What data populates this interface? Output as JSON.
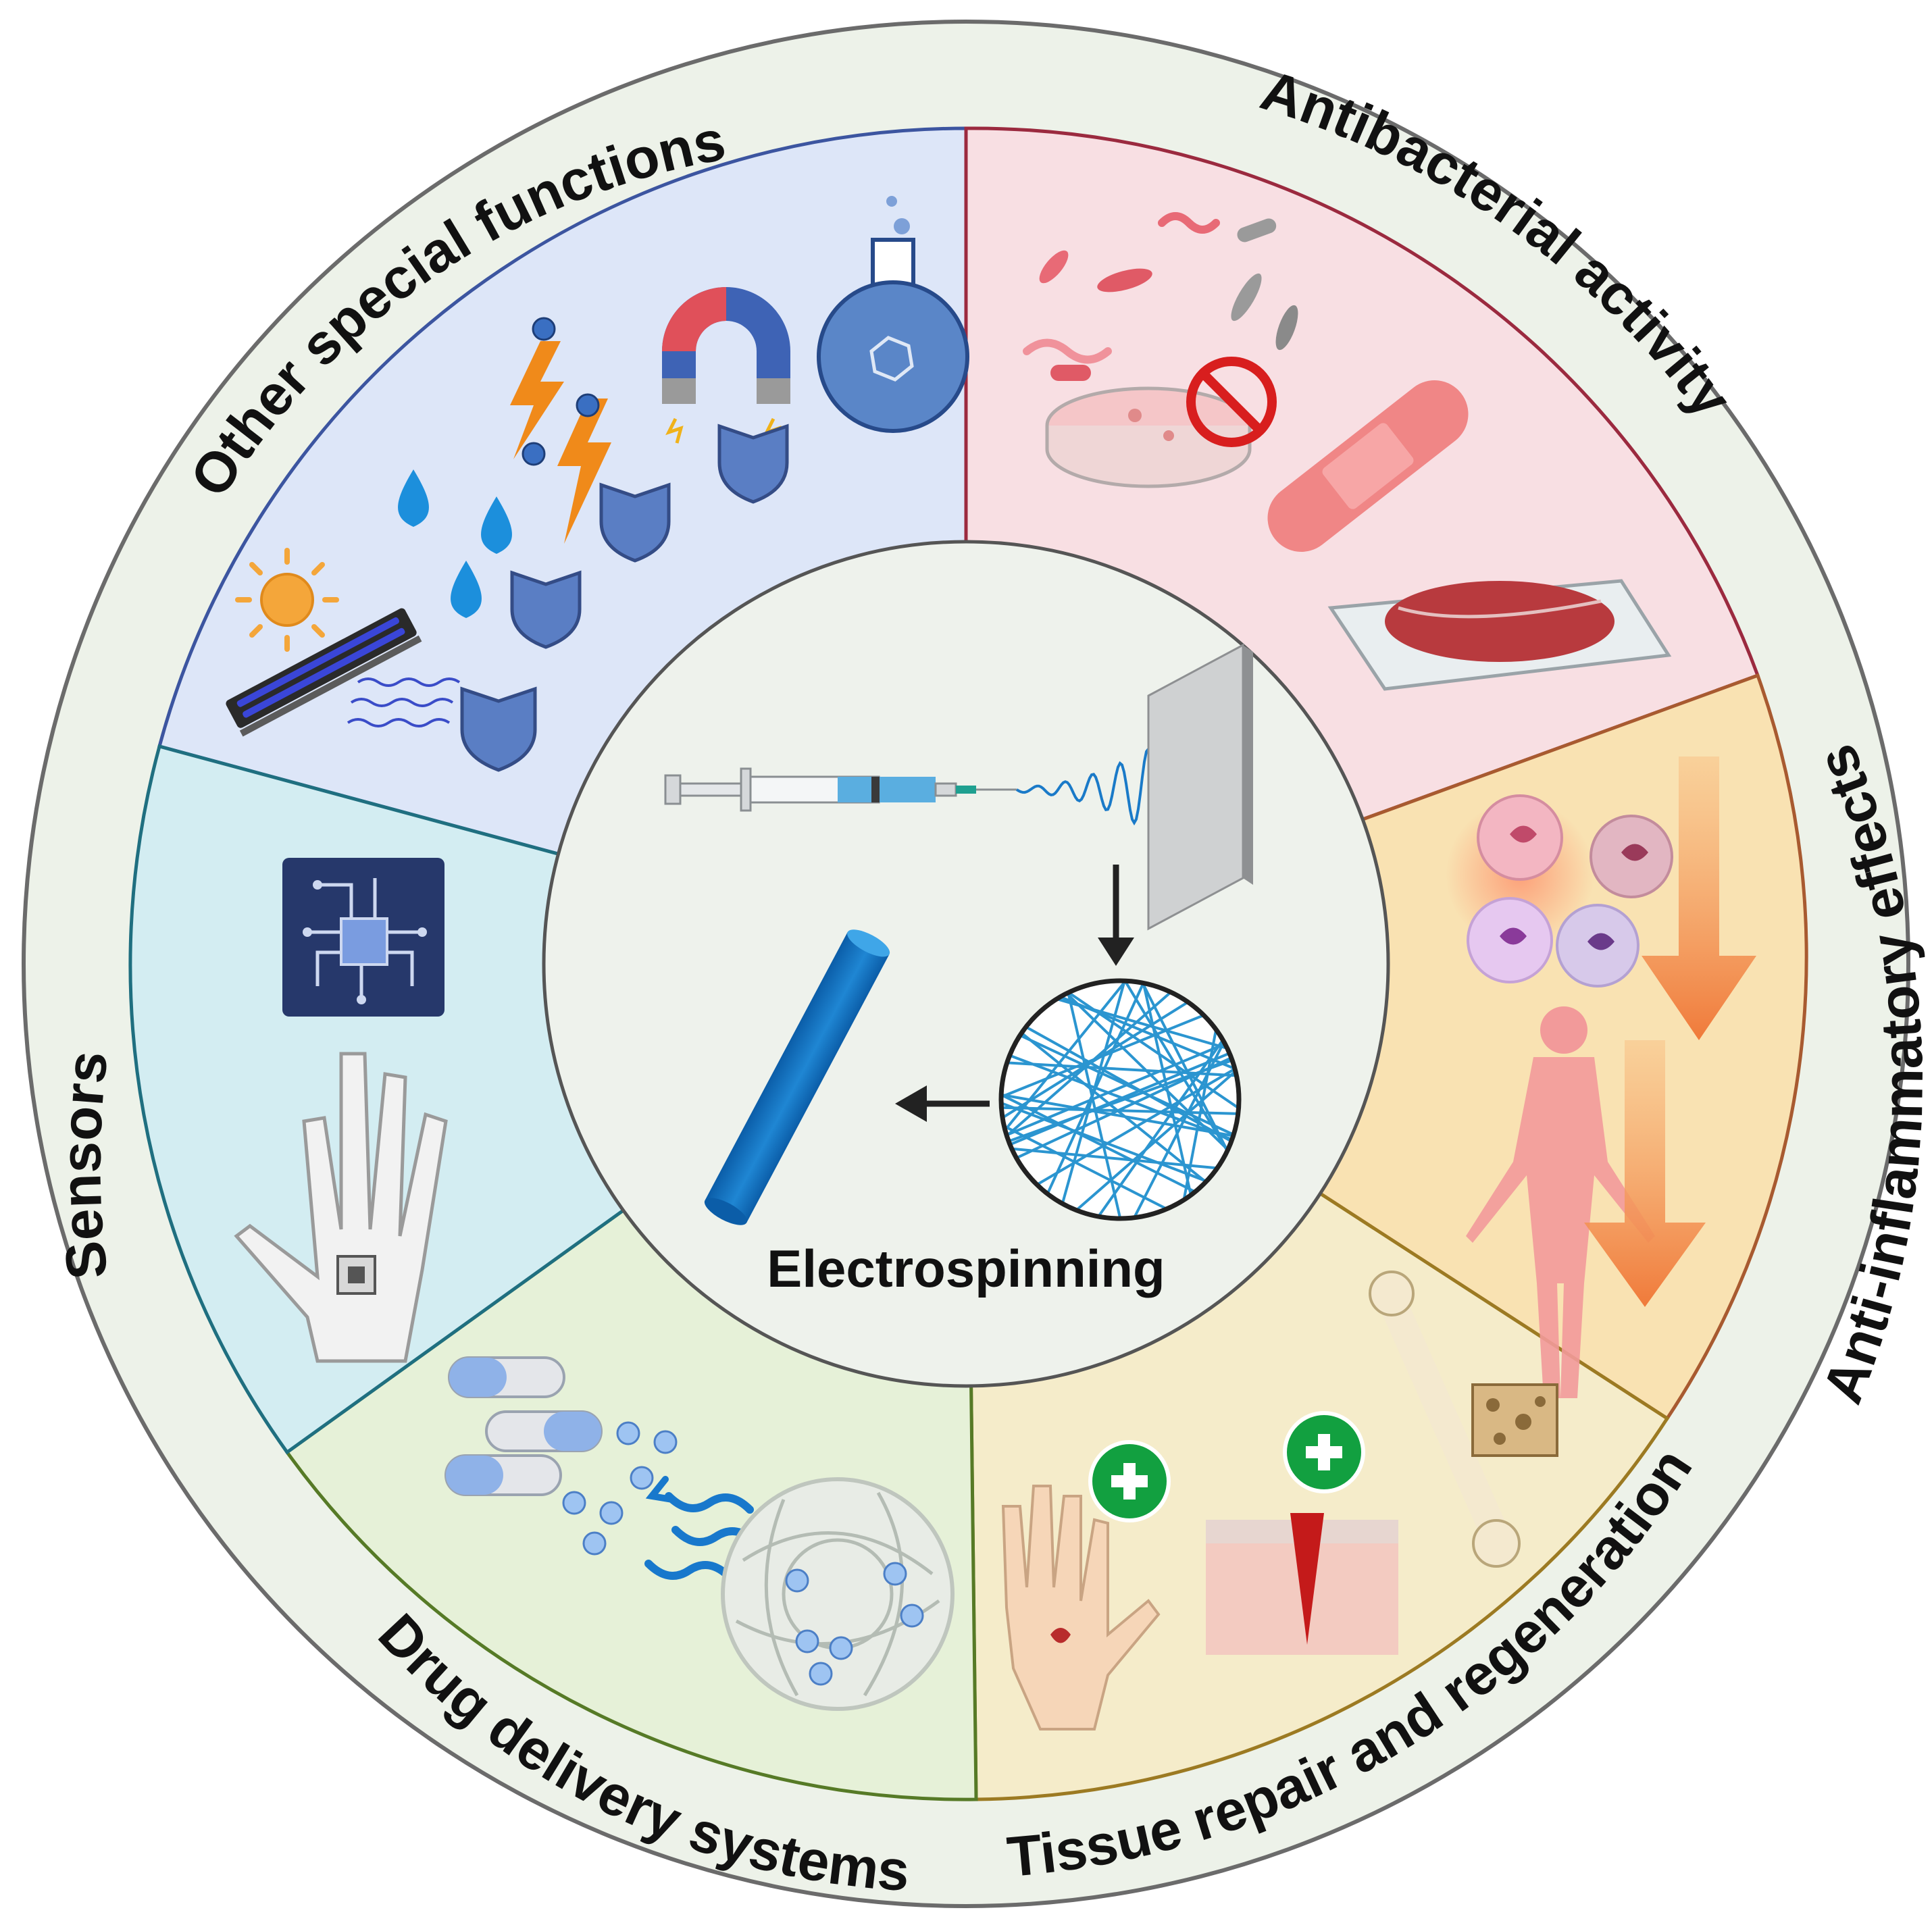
{
  "center": {
    "title": "Electrospinning"
  },
  "sectors": [
    {
      "id": "other",
      "label": "Other special functions",
      "fill": "#dde6f8",
      "border": "#3c55a0"
    },
    {
      "id": "antibacterial",
      "label": "Antibacterial activity",
      "fill": "#f8dfe3",
      "border": "#9b2a3f"
    },
    {
      "id": "antiinflammatory",
      "label": "Anti-inflammatory effects",
      "fill": "#f9e2b2",
      "border": "#a85a30"
    },
    {
      "id": "tissue",
      "label": "Tissue repair and regeneration",
      "fill": "#f5ecca",
      "border": "#9c7a22"
    },
    {
      "id": "drug",
      "label": "Drug delivery systems",
      "fill": "#e6f1d8",
      "border": "#567a26"
    },
    {
      "id": "sensors",
      "label": "Sensors",
      "fill": "#d3edf2",
      "border": "#1f6f80"
    }
  ],
  "colors": {
    "outer_ring": "#edf2e9",
    "outer_border": "#6b6b6b",
    "center_fill": "#eef2ec",
    "accent_blue": "#1f6fb5",
    "plus_green": "#12a040"
  },
  "icons": {
    "other": [
      "uv-lamp-icon",
      "sun-icon",
      "water-drop-icon",
      "lightning-icon",
      "magnet-icon",
      "chemistry-flask-icon",
      "shield-icon"
    ],
    "antibacterial": [
      "bacteria-icon",
      "petri-dish-icon",
      "prohibition-sign-icon",
      "bandage-icon",
      "packaged-meat-icon"
    ],
    "antiinflammatory": [
      "immune-cell-icon",
      "down-arrow-icon",
      "human-body-icon"
    ],
    "tissue": [
      "injured-hand-icon",
      "plus-icon",
      "skin-wound-icon",
      "bone-icon",
      "bone-tissue-icon"
    ],
    "drug": [
      "capsule-icon",
      "drug-particle-icon",
      "release-wave-icon",
      "fiber-mesh-icon"
    ],
    "sensors": [
      "circuit-chip-icon",
      "hand-sensor-icon"
    ],
    "center": [
      "syringe-icon",
      "fiber-jet-icon",
      "collector-plate-icon",
      "nanofiber-mat-icon",
      "fiber-rod-icon",
      "arrow-icon"
    ]
  }
}
